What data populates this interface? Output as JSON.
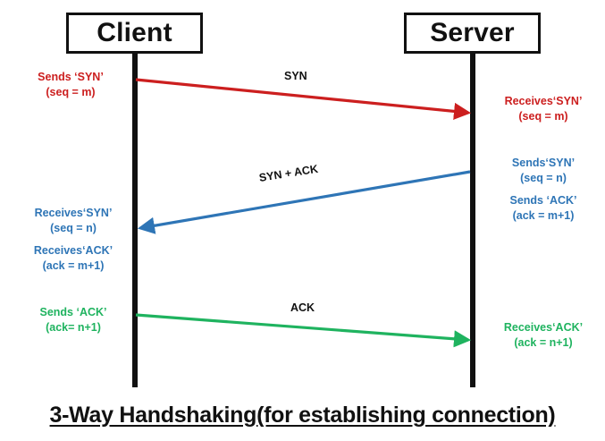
{
  "diagram": {
    "title": "3-Way Handshaking(for establishing connection)",
    "endpoints": {
      "client": "Client",
      "server": "Server"
    },
    "colors": {
      "syn": "#cc1f1f",
      "syn_ack": "#2e75b6",
      "ack": "#1fb35f",
      "outline": "#111111",
      "background": "#ffffff"
    },
    "arrows": [
      {
        "name": "syn",
        "caption": "SYN",
        "direction": "client-to-server",
        "color": "#cc1f1f"
      },
      {
        "name": "syn-ack",
        "caption": "SYN + ACK",
        "direction": "server-to-client",
        "color": "#2e75b6"
      },
      {
        "name": "ack",
        "caption": "ACK",
        "direction": "client-to-server",
        "color": "#1fb35f"
      }
    ],
    "notes": {
      "client_sends_syn": {
        "line1": "Sends ‘SYN’",
        "line2": "(seq = m)"
      },
      "server_receives_syn": {
        "line1": "Receives‘SYN’",
        "line2": "(seq = m)"
      },
      "server_sends_syn": {
        "line1": "Sends‘SYN’",
        "line2": "(seq = n)"
      },
      "server_sends_ack": {
        "line1": "Sends ‘ACK’",
        "line2": "(ack = m+1)"
      },
      "client_receives_syn": {
        "line1": "Receives‘SYN’",
        "line2": "(seq = n)"
      },
      "client_receives_ack": {
        "line1": "Receives‘ACK’",
        "line2": "(ack = m+1)"
      },
      "client_sends_ack": {
        "line1": "Sends ‘ACK’",
        "line2": "(ack= n+1)"
      },
      "server_receives_ack": {
        "line1": "Receives‘ACK’",
        "line2": "(ack = n+1)"
      }
    }
  }
}
